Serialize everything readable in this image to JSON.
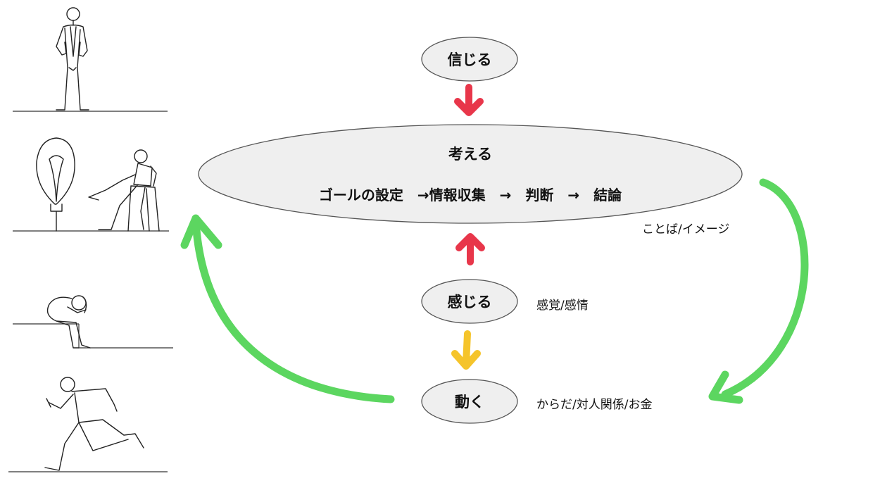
{
  "nodes": {
    "believe": "信じる",
    "think": "考える",
    "feel": "感じる",
    "act": "動く"
  },
  "think_steps": "ゴールの設定　→情報収集　→　判断　→　結論",
  "notes": {
    "think": "ことば/イメージ",
    "feel": "感覚/感情",
    "act": "からだ/対人関係/お金"
  },
  "colors": {
    "red_arrow": "#e8364a",
    "yellow_arrow": "#f5c42b",
    "green_arrow": "#5cd660",
    "node_fill": "#efefef",
    "node_stroke": "#555555"
  },
  "icons": [
    "standing-man-icon",
    "lightbulb-thinking-man-icon",
    "sitting-head-down-man-icon",
    "running-man-icon"
  ]
}
